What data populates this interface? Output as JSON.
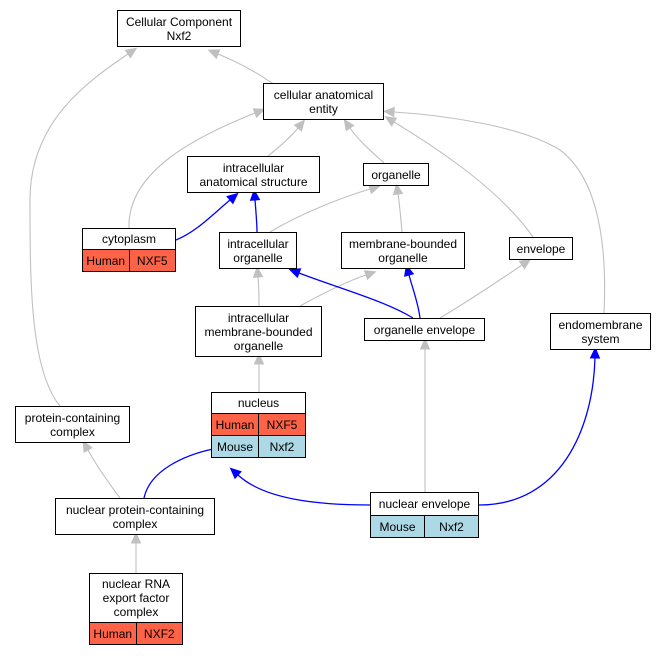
{
  "nodes": {
    "cc": {
      "label": "Cellular Component\nNxf2"
    },
    "cae": {
      "label": "cellular anatomical\nentity"
    },
    "ias": {
      "label": "intracellular\nanatomical structure"
    },
    "organelle": {
      "label": "organelle"
    },
    "cytoplasm": {
      "label": "cytoplasm",
      "orthologs": [
        {
          "species": "Human",
          "gene": "NXF5"
        }
      ]
    },
    "io": {
      "label": "intracellular\norganelle"
    },
    "mbo": {
      "label": "membrane-bounded\norganelle"
    },
    "envelope": {
      "label": "envelope"
    },
    "imbo": {
      "label": "intracellular\nmembrane-bounded\norganelle"
    },
    "oe": {
      "label": "organelle envelope"
    },
    "es": {
      "label": "endomembrane\nsystem"
    },
    "nucleus": {
      "label": "nucleus",
      "orthologs": [
        {
          "species": "Human",
          "gene": "NXF5"
        },
        {
          "species": "Mouse",
          "gene": "Nxf2"
        }
      ]
    },
    "pcc": {
      "label": "protein-containing\ncomplex"
    },
    "npcc": {
      "label": "nuclear protein-containing\ncomplex"
    },
    "ne": {
      "label": "nuclear envelope",
      "orthologs": [
        {
          "species": "Mouse",
          "gene": "Nxf2"
        }
      ]
    },
    "nrna": {
      "label": "nuclear RNA\nexport factor\ncomplex",
      "orthologs": [
        {
          "species": "Human",
          "gene": "NXF2"
        }
      ]
    }
  },
  "edges": [
    {
      "from": "cae",
      "to": "cc",
      "kind": "is_a"
    },
    {
      "from": "pcc",
      "to": "cc",
      "kind": "is_a"
    },
    {
      "from": "ias",
      "to": "cae",
      "kind": "is_a"
    },
    {
      "from": "organelle",
      "to": "cae",
      "kind": "is_a"
    },
    {
      "from": "cytoplasm",
      "to": "cae",
      "kind": "is_a"
    },
    {
      "from": "envelope",
      "to": "cae",
      "kind": "is_a"
    },
    {
      "from": "es",
      "to": "cae",
      "kind": "is_a"
    },
    {
      "from": "cytoplasm",
      "to": "ias",
      "kind": "part_of"
    },
    {
      "from": "io",
      "to": "ias",
      "kind": "part_of"
    },
    {
      "from": "io",
      "to": "organelle",
      "kind": "is_a"
    },
    {
      "from": "mbo",
      "to": "organelle",
      "kind": "is_a"
    },
    {
      "from": "imbo",
      "to": "io",
      "kind": "is_a"
    },
    {
      "from": "imbo",
      "to": "mbo",
      "kind": "is_a"
    },
    {
      "from": "oe",
      "to": "io",
      "kind": "part_of"
    },
    {
      "from": "oe",
      "to": "mbo",
      "kind": "part_of"
    },
    {
      "from": "oe",
      "to": "envelope",
      "kind": "is_a"
    },
    {
      "from": "nucleus",
      "to": "imbo",
      "kind": "is_a"
    },
    {
      "from": "npcc",
      "to": "pcc",
      "kind": "is_a"
    },
    {
      "from": "npcc",
      "to": "nucleus",
      "kind": "part_of"
    },
    {
      "from": "ne",
      "to": "oe",
      "kind": "is_a"
    },
    {
      "from": "ne",
      "to": "nucleus",
      "kind": "part_of"
    },
    {
      "from": "ne",
      "to": "es",
      "kind": "part_of"
    },
    {
      "from": "nrna",
      "to": "npcc",
      "kind": "is_a"
    }
  ],
  "colors": {
    "is_a": "#c0c0c0",
    "part_of": "#0000ff",
    "human": "#ff6347",
    "mouse": "#add8e6"
  }
}
